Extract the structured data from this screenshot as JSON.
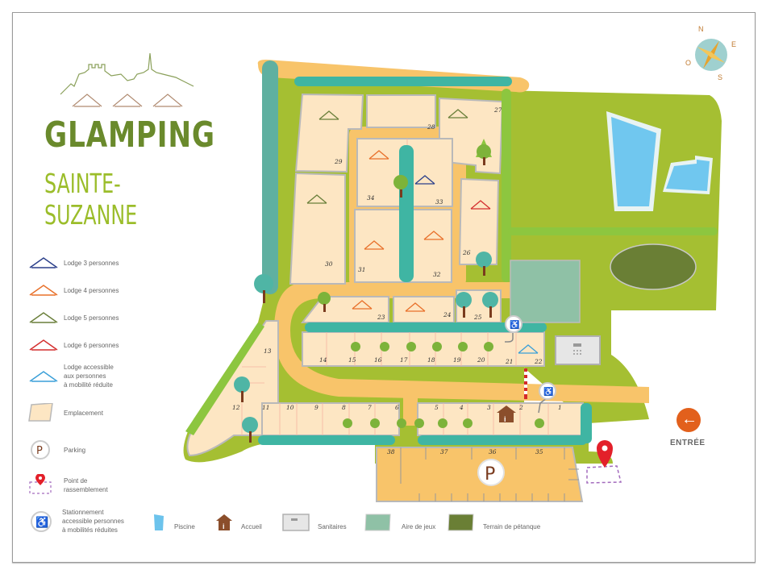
{
  "title": {
    "line1": "GLAMPING",
    "line2": "SAINTE-SUZANNE"
  },
  "compass": {
    "n": "N",
    "e": "E",
    "s": "S",
    "o": "O"
  },
  "entrance": {
    "label": "ENTRÉE",
    "color": "#e2601c"
  },
  "legend_left": [
    {
      "icon": "lodge-3-icon",
      "label": "Lodge 3 personnes",
      "color": "#2b3f8a"
    },
    {
      "icon": "lodge-4-icon",
      "label": "Lodge 4 personnes",
      "color": "#e8702a"
    },
    {
      "icon": "lodge-5-icon",
      "label": "Lodge 5 personnes",
      "color": "#6a7f3a"
    },
    {
      "icon": "lodge-6-icon",
      "label": "Lodge 6 personnes",
      "color": "#d42f2f"
    },
    {
      "icon": "lodge-accessible-icon",
      "label_lines": [
        "Lodge accessible",
        "aux personnes",
        "à mobilité réduite"
      ],
      "color": "#3a9fd8"
    },
    {
      "icon": "emplacement-icon",
      "label": "Emplacement"
    },
    {
      "icon": "parking-icon",
      "label": "Parking"
    },
    {
      "icon": "gathering-point-icon",
      "label_lines": [
        "Point de",
        "rassemblement"
      ]
    },
    {
      "icon": "accessible-parking-icon",
      "label_lines": [
        "Stationnement",
        "accessible personnes",
        "à mobilités réduites"
      ]
    }
  ],
  "legend_bottom": [
    {
      "icon": "pool-icon",
      "label": "Piscine",
      "color": "#6cc3ec"
    },
    {
      "icon": "reception-icon",
      "label": "Accueil",
      "color": "#8b4e2b"
    },
    {
      "icon": "restroom-icon",
      "label": "Sanitaires",
      "color": "#e6e6e6"
    },
    {
      "icon": "playground-icon",
      "label": "Aire de jeux",
      "color": "#8fc1a6"
    },
    {
      "icon": "petanque-icon",
      "label": "Terrain de pétanque",
      "color": "#6a7f35"
    }
  ],
  "map": {
    "colors": {
      "grass": "#a5bf32",
      "road": "#f8c46a",
      "lot": "#fde6c3",
      "lot_border": "#b9b9b9",
      "hedge": "#3fb5a3",
      "pool": "#70c7ef",
      "playground": "#8fc1a6",
      "petanque": "#6a7f35"
    },
    "lots": [
      "1",
      "2",
      "3",
      "4",
      "5",
      "6",
      "7",
      "8",
      "9",
      "10",
      "11",
      "12",
      "13",
      "14",
      "15",
      "16",
      "17",
      "18",
      "19",
      "20",
      "21",
      "22",
      "23",
      "24",
      "25",
      "26",
      "27",
      "28",
      "29",
      "30",
      "31",
      "32",
      "33",
      "34"
    ],
    "parking_spots": [
      "35",
      "36",
      "37",
      "38"
    ],
    "parking_label": "P"
  }
}
